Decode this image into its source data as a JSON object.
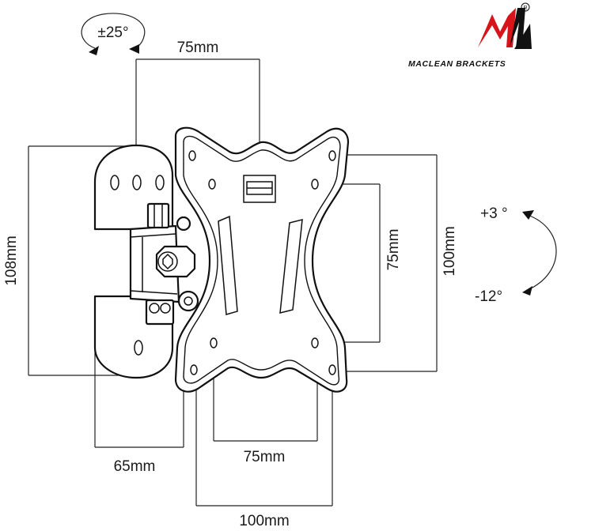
{
  "brand": {
    "name": "MACLEAN BRACKETS",
    "registered_mark": "R",
    "logo_letter": "M",
    "colors": {
      "red": "#d7141a",
      "black": "#111111"
    }
  },
  "rotation": {
    "swivel": "±25°",
    "tilt_up": "+3 °",
    "tilt_down": "-12°"
  },
  "dimensions": {
    "top_width": "75mm",
    "left_height": "108mm",
    "vesa_inner_height": "75mm",
    "vesa_outer_height": "100mm",
    "wall_plate_width": "65mm",
    "vesa_inner_width": "75mm",
    "vesa_outer_width": "100mm"
  }
}
